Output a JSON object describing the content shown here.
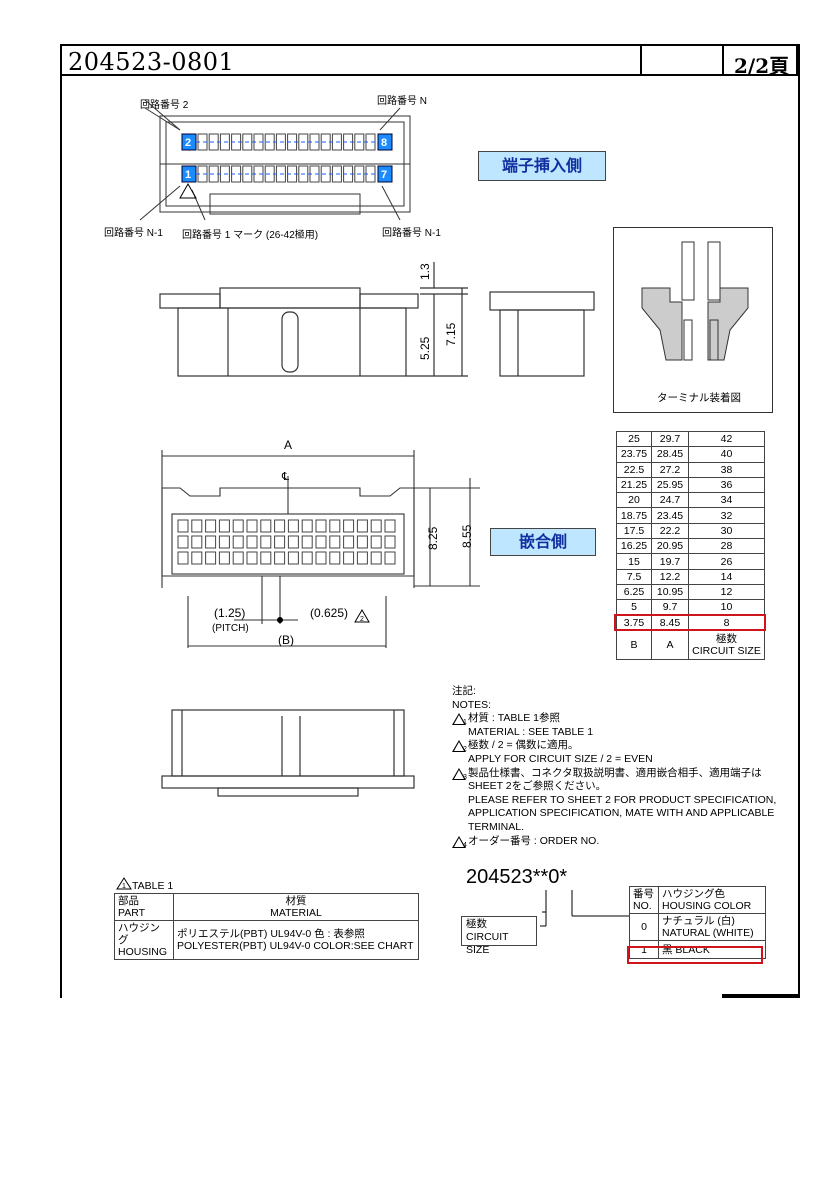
{
  "header": {
    "doc_number": "204523-0801",
    "page": "2/2頁"
  },
  "top_view": {
    "label_circuit_2": "回路番号 2",
    "label_circuit_n": "回路番号 N",
    "label_circuit_n1_left": "回路番号 N-1",
    "label_circuit_1_mark": "回路番号 1 マーク (26-42極用)",
    "label_circuit_n1_right": "回路番号 N-1",
    "pin_2": "2",
    "pin_8": "8",
    "pin_1": "1",
    "pin_7": "7",
    "badge_terminal_side": "端子挿入側"
  },
  "side_view": {
    "dim_1_3": "1.3",
    "dim_5_25": "5.25",
    "dim_7_15": "7.15"
  },
  "section_view": {
    "caption": "ターミナル装着図"
  },
  "front_view": {
    "dim_a": "A",
    "dim_8_25": "8.25",
    "dim_8_55": "8.55",
    "pitch_value": "(1.25)",
    "pitch_label": "(PITCH)",
    "offset_value": "(0.625)",
    "note_ref": "2",
    "dim_b": "(B)",
    "centerline": "℄",
    "badge_mating_side": "嵌合側"
  },
  "circuit_table": {
    "rows": [
      [
        "25",
        "29.7",
        "42"
      ],
      [
        "23.75",
        "28.45",
        "40"
      ],
      [
        "22.5",
        "27.2",
        "38"
      ],
      [
        "21.25",
        "25.95",
        "36"
      ],
      [
        "20",
        "24.7",
        "34"
      ],
      [
        "18.75",
        "23.45",
        "32"
      ],
      [
        "17.5",
        "22.2",
        "30"
      ],
      [
        "16.25",
        "20.95",
        "28"
      ],
      [
        "15",
        "19.7",
        "26"
      ],
      [
        "7.5",
        "12.2",
        "14"
      ],
      [
        "6.25",
        "10.95",
        "12"
      ],
      [
        "5",
        "9.7",
        "10"
      ],
      [
        "3.75",
        "8.45",
        "8"
      ]
    ],
    "header_b": "B",
    "header_a": "A",
    "header_circuits_jp": "極数",
    "header_circuits_en": "CIRCUIT SIZE"
  },
  "notes": {
    "title_jp": "注記:",
    "title_en": "NOTES:",
    "n1_jp": "材質 : TABLE 1参照",
    "n1_en": "MATERIAL : SEE TABLE 1",
    "n2_jp": "極数 / 2 = 偶数に適用。",
    "n2_en": "APPLY FOR CIRCUIT SIZE / 2 = EVEN",
    "n3_jp": "製品仕様書、コネクタ取扱説明書、適用嵌合相手、適用端子は",
    "n3_jp2": "SHEET 2をご参照ください。",
    "n3_en1": "PLEASE REFER TO SHEET 2 FOR PRODUCT SPECIFICATION,",
    "n3_en2": "APPLICATION SPECIFICATION, MATE WITH AND APPLICABLE",
    "n3_en3": "TERMINAL.",
    "n4": "オーダー番号 : ORDER NO.",
    "num1": "1",
    "num2": "2",
    "num3": "3",
    "num4": "4"
  },
  "order": {
    "code": "204523**0*",
    "circuit_jp": "極数",
    "circuit_en": "CIRCUIT SIZE",
    "hc_no_jp": "番号",
    "hc_no_en": "NO.",
    "hc_color_jp": "ハウジング色",
    "hc_color_en": "HOUSING COLOR",
    "row0_no": "0",
    "row0_jp": "ナチュラル (白)",
    "row0_en": "NATURAL (WHITE)",
    "row1_no": "1",
    "row1_text": "黒 BLACK"
  },
  "material_table": {
    "title": "TABLE 1",
    "title_num": "1",
    "part_jp": "部品",
    "part_en": "PART",
    "material_jp": "材質",
    "material_en": "MATERIAL",
    "housing_jp": "ハウジング",
    "housing_en": "HOUSING",
    "housing_mat_jp": "ポリエステル(PBT) UL94V-0 色 : 表参照",
    "housing_mat_en": "POLYESTER(PBT) UL94V-0 COLOR:SEE CHART"
  },
  "colors": {
    "highlight": "#d0141e",
    "badge_fill": "#bfe6ff",
    "pin_fill": "#1a8cff"
  }
}
